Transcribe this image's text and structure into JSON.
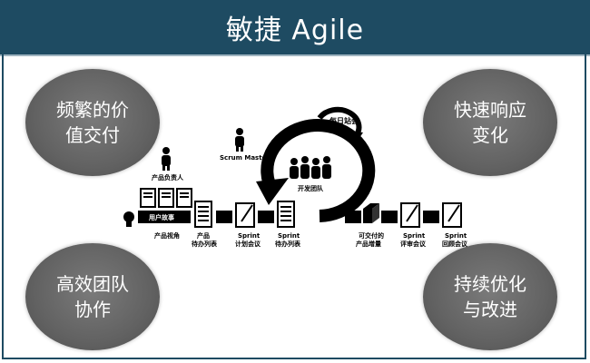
{
  "header": {
    "title": "敏捷 Agile"
  },
  "bubbles": {
    "top_left": {
      "line1": "频繁的价",
      "line2": "值交付"
    },
    "top_right": {
      "line1": "快速响应",
      "line2": "变化"
    },
    "bottom_left": {
      "line1": "高效团队",
      "line2": "协作"
    },
    "bottom_right": {
      "line1": "持续优化",
      "line2": "与改进"
    }
  },
  "diagram": {
    "daily_meeting": "每日站会",
    "scrum_master": "Scrum Master",
    "product_owner": "产品负责人",
    "dev_team": "开发团队",
    "user_story": "用户故事",
    "labels": {
      "product_vision": "产品视角",
      "product_backlog_1": "产品",
      "product_backlog_2": "待办列表",
      "sprint_planning_1": "Sprint",
      "sprint_planning_2": "计划会议",
      "sprint_backlog_1": "Sprint",
      "sprint_backlog_2": "待办列表",
      "increment_1": "可交付的",
      "increment_2": "产品增量",
      "sprint_review_1": "Sprint",
      "sprint_review_2": "评审会议",
      "retrospective_1": "Sprint",
      "retrospective_2": "回顾会议"
    }
  },
  "colors": {
    "header_bg": "#1e4b62",
    "bubble": "#676767",
    "black": "#000000"
  }
}
